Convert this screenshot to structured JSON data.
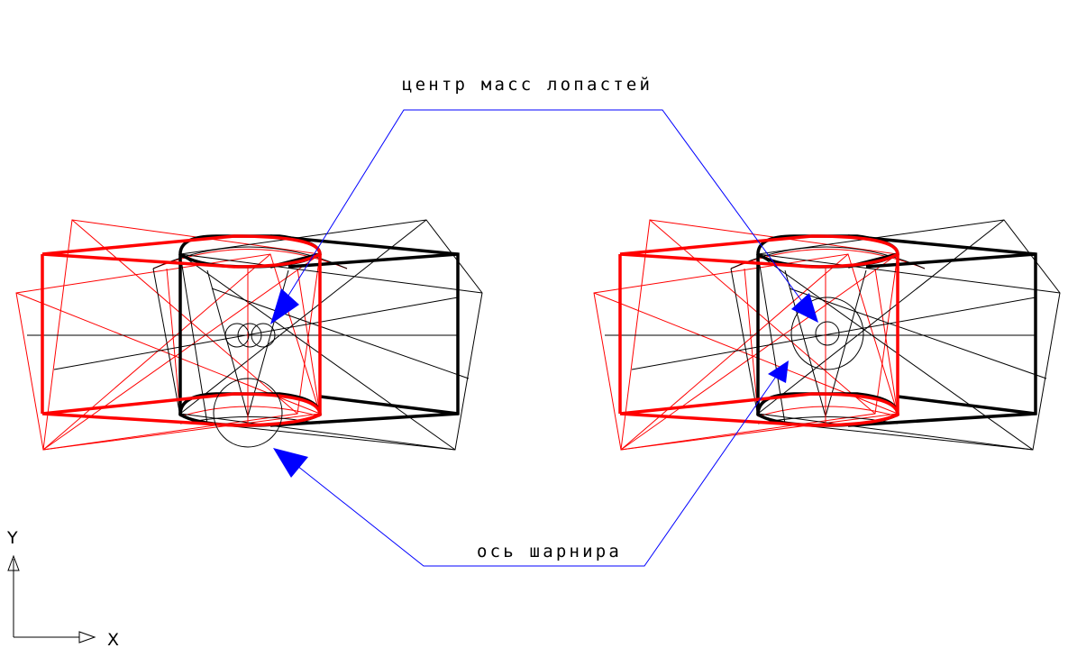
{
  "labels": {
    "blade_center_of_mass": "центр масс лопастей",
    "hinge_axis": "ось шарнира"
  },
  "ucs_icon": {
    "x_label": "X",
    "y_label": "Y"
  },
  "colors": {
    "red_blade": "#ff0000",
    "black_blade": "#000000",
    "leader": "#0000ff",
    "background": "#ffffff"
  }
}
